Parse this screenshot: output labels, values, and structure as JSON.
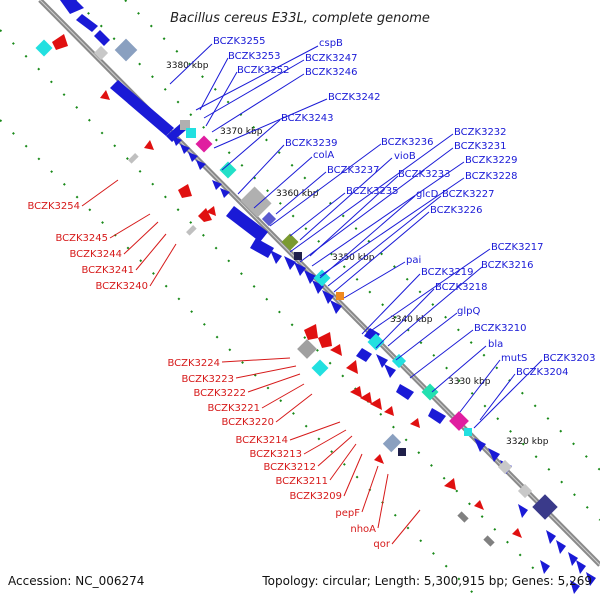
{
  "title": "Bacillus cereus E33L, complete genome",
  "footer": {
    "accession": "Accession: NC_006274",
    "topology": "Topology: circular; Length: 5,300,915 bp; Genes: 5,269"
  },
  "kbp_ticks": [
    "3380 kbp",
    "3370 kbp",
    "3360 kbp",
    "3350 kbp",
    "3340 kbp",
    "3330 kbp",
    "3320 kbp"
  ],
  "colors": {
    "forward_gene": "#1a1ad6",
    "reverse_gene": "#e01010",
    "backbone": "#8a8a8a",
    "tick": "#1a8a1a",
    "forward_label": "#1a1ad6",
    "reverse_label": "#d61a1a"
  },
  "labels_forward": [
    "BCZK3255",
    "cspB",
    "BCZK3253",
    "BCZK3247",
    "BCZK3252",
    "BCZK3246",
    "BCZK3242",
    "BCZK3243",
    "BCZK3239",
    "BCZK3236",
    "BCZK3232",
    "BCZK3231",
    "colA",
    "vioB",
    "BCZK3229",
    "BCZK3237",
    "BCZK3233",
    "BCZK3228",
    "BCZK3235",
    "glcD",
    "BCZK3227",
    "BCZK3226",
    "BCZK3217",
    "BCZK3219",
    "BCZK3216",
    "BCZK3218",
    "pai",
    "glpQ",
    "BCZK3210",
    "bla",
    "mutS",
    "BCZK3203",
    "BCZK3204"
  ],
  "labels_reverse": [
    "BCZK3254",
    "BCZK3245",
    "BCZK3244",
    "BCZK3241",
    "BCZK3240",
    "BCZK3224",
    "BCZK3223",
    "BCZK3222",
    "BCZK3221",
    "BCZK3220",
    "BCZK3214",
    "BCZK3213",
    "BCZK3212",
    "BCZK3211",
    "BCZK3209",
    "pepF",
    "nhoA",
    "qor"
  ]
}
